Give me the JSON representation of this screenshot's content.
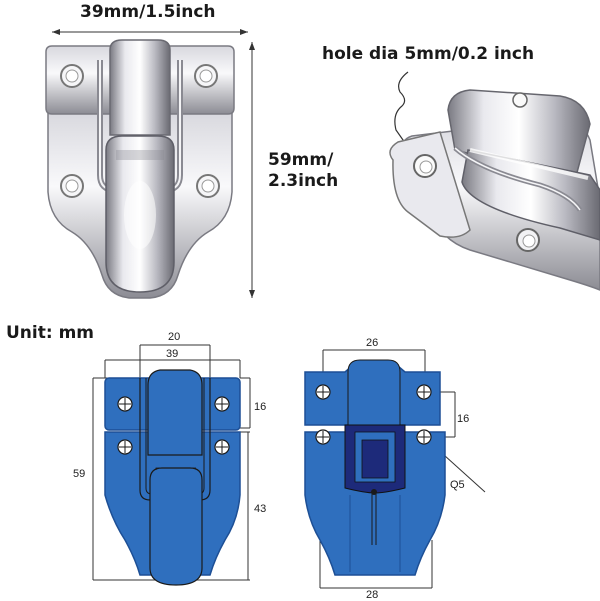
{
  "photo_labels": {
    "width": "39mm/1.5inch",
    "height_line1": "59mm/",
    "height_line2": "2.3inch",
    "hole": "hole dia 5mm/0.2 inch"
  },
  "unit_label": "Unit: mm",
  "front_view": {
    "dim_top_inner": "20",
    "dim_top_outer": "39",
    "dim_right_upper": "16",
    "dim_right_lower": "43",
    "dim_left": "59"
  },
  "back_view": {
    "dim_top": "26",
    "dim_right": "16",
    "dim_hole": "Q5",
    "dim_bottom": "28"
  },
  "colors": {
    "drawing_blue": "#2f6fbe",
    "drawing_blue_dark": "#1d4f95",
    "channel_navy": "#1d2a7a",
    "metal_light": "#f2f2f4",
    "metal_mid": "#c9c9cf",
    "metal_dark": "#6f6f78"
  }
}
